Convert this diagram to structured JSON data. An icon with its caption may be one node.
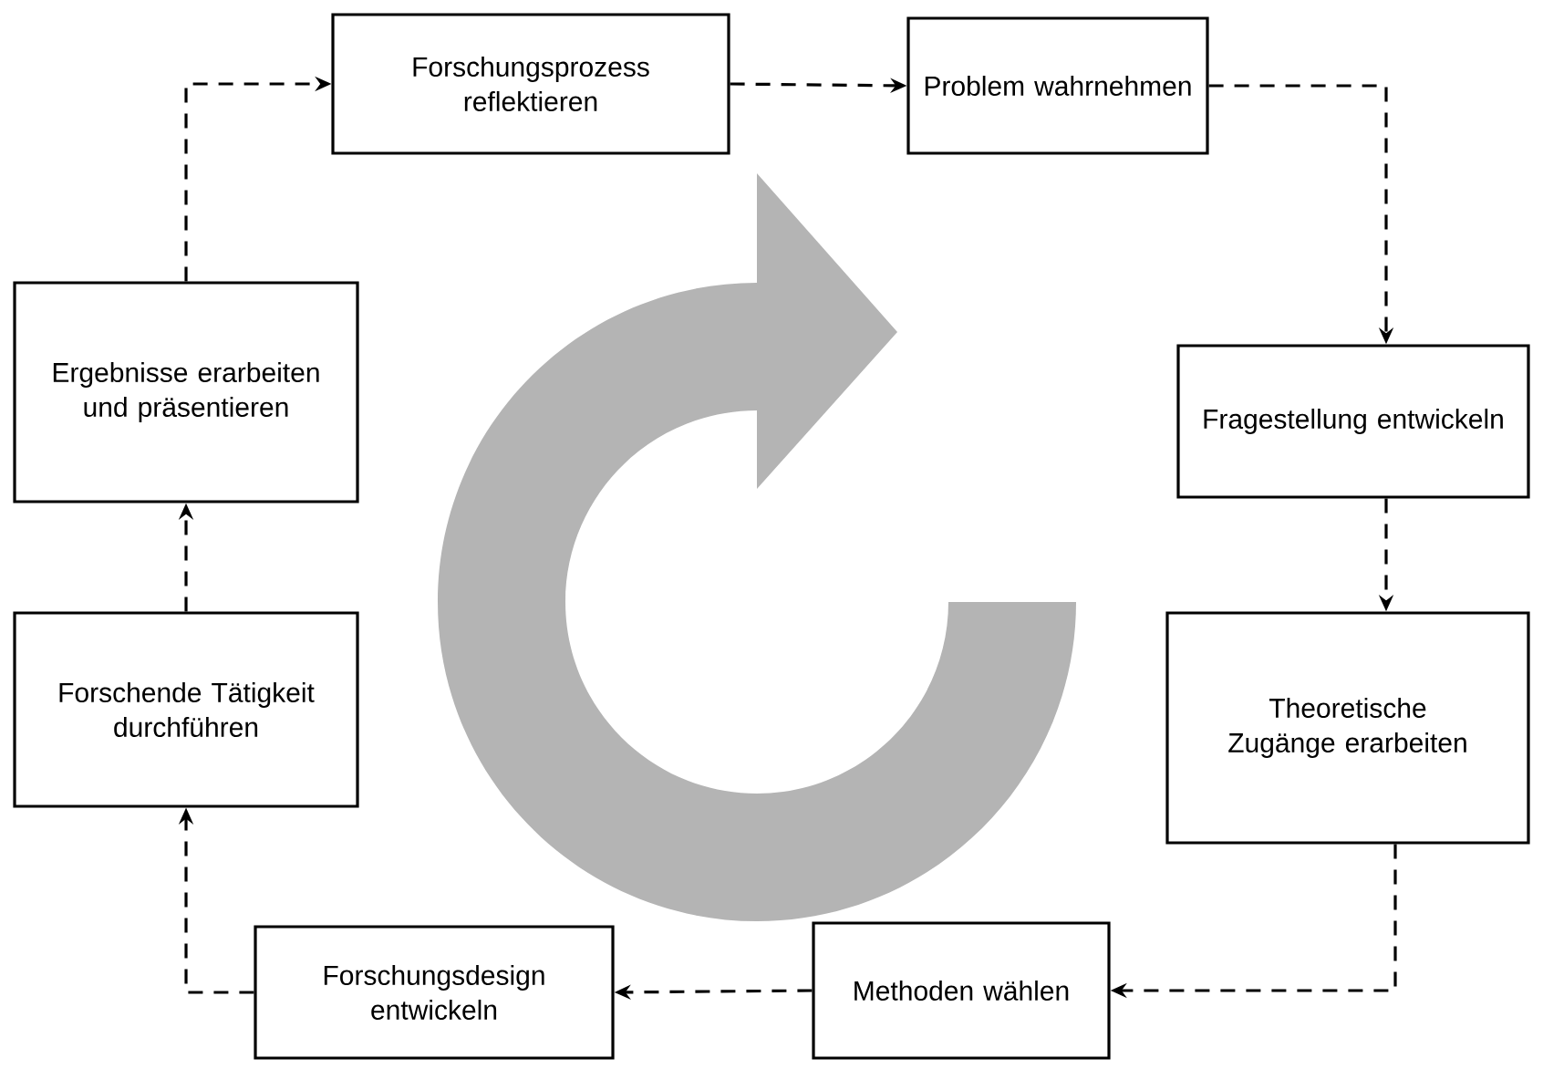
{
  "diagram": {
    "nodes": [
      {
        "text": [
          "Forschungsprozess reflektieren"
        ]
      },
      {
        "text": [
          "Problem wahrnehmen"
        ]
      },
      {
        "text": [
          "Fragestellung entwickeln"
        ]
      },
      {
        "text": [
          "Theoretische Zugänge erarbeiten"
        ]
      },
      {
        "text": [
          "Methoden wählen"
        ]
      },
      {
        "text": [
          "Forschungsdesign entwickeln"
        ]
      },
      {
        "text": [
          "Forschende Tätigkeit durchführen"
        ]
      },
      {
        "text": [
          "Ergebnisse erarbeiten und präsentieren"
        ]
      }
    ],
    "edges": [
      {
        "from": 0,
        "to": 1,
        "arrow": "to",
        "style": "dashed"
      },
      {
        "from": 1,
        "to": 2,
        "arrow": "to",
        "style": "dashed"
      },
      {
        "from": 2,
        "to": 3,
        "arrow": "to",
        "style": "dashed"
      },
      {
        "from": 3,
        "to": 4,
        "arrow": "to",
        "style": "dashed"
      },
      {
        "from": 4,
        "to": 5,
        "arrow": "to",
        "style": "dashed"
      },
      {
        "from": 5,
        "to": 6,
        "arrow": "to",
        "style": "dashed"
      },
      {
        "from": 6,
        "to": 7,
        "arrow": "to",
        "style": "dashed"
      },
      {
        "from": 7,
        "to": 0,
        "arrow": "to",
        "style": "dashed"
      }
    ]
  }
}
